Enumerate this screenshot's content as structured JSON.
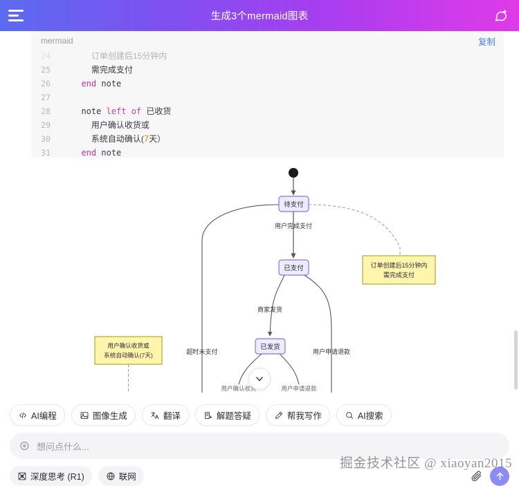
{
  "header": {
    "title": "生成3个mermaid图表",
    "menu_icon": "hamburger-icon",
    "new_chat_icon": "new-chat-icon"
  },
  "code_block": {
    "language": "mermaid",
    "copy_label": "复制",
    "lines": [
      {
        "no": "24",
        "cut": true,
        "parts": [
          {
            "t": "    ",
            "c": "plain"
          },
          {
            "t": "订单创建后15分钟内",
            "c": "cjk"
          }
        ]
      },
      {
        "no": "25",
        "cut": false,
        "parts": [
          {
            "t": "    ",
            "c": "plain"
          },
          {
            "t": "需完成支付",
            "c": "cjk"
          }
        ]
      },
      {
        "no": "26",
        "cut": false,
        "parts": [
          {
            "t": "  ",
            "c": "plain"
          },
          {
            "t": "end",
            "c": "kw"
          },
          {
            "t": " note",
            "c": "plain"
          }
        ]
      },
      {
        "no": "27",
        "cut": false,
        "parts": []
      },
      {
        "no": "28",
        "cut": false,
        "parts": [
          {
            "t": "  ",
            "c": "plain"
          },
          {
            "t": "note ",
            "c": "plain"
          },
          {
            "t": "left of",
            "c": "kw2"
          },
          {
            "t": " ",
            "c": "plain"
          },
          {
            "t": "已收货",
            "c": "cjk"
          }
        ]
      },
      {
        "no": "29",
        "cut": false,
        "parts": [
          {
            "t": "    ",
            "c": "plain"
          },
          {
            "t": "用户确认收货或",
            "c": "cjk"
          }
        ]
      },
      {
        "no": "30",
        "cut": false,
        "parts": [
          {
            "t": "    ",
            "c": "plain"
          },
          {
            "t": "系统自动确认(",
            "c": "cjk"
          },
          {
            "t": "7",
            "c": "num"
          },
          {
            "t": "天）",
            "c": "cjk"
          }
        ]
      },
      {
        "no": "31",
        "cut": false,
        "parts": [
          {
            "t": "  ",
            "c": "plain"
          },
          {
            "t": "end",
            "c": "kw"
          },
          {
            "t": " note",
            "c": "plain"
          }
        ]
      }
    ]
  },
  "diagram": {
    "type": "state-diagram",
    "nodes": [
      {
        "id": "start",
        "label": "",
        "kind": "start-dot"
      },
      {
        "id": "pending_pay",
        "label": "待支付",
        "kind": "state"
      },
      {
        "id": "paid",
        "label": "已支付",
        "kind": "state"
      },
      {
        "id": "shipped",
        "label": "已发货",
        "kind": "state"
      }
    ],
    "edge_labels": [
      "用户完成支付",
      "商家发货",
      "超时未支付",
      "用户申请退款",
      "用户确认收货",
      "用户申请退款"
    ],
    "notes": [
      {
        "id": "note_pay",
        "lines": [
          "订单创建后15分钟内",
          "需完成支付"
        ]
      },
      {
        "id": "note_receive",
        "lines": [
          "用户确认收货或",
          "系统自动确认(7天)"
        ]
      }
    ],
    "node_fill": "#ececff",
    "node_stroke": "#9370db",
    "note_fill": "#fff5ad",
    "note_stroke": "#aaaa33",
    "expand_icon": "chevron-down-icon"
  },
  "toolbar": {
    "chips": [
      {
        "label": "AI编程",
        "icon": "code-icon"
      },
      {
        "label": "图像生成",
        "icon": "image-icon"
      },
      {
        "label": "翻译",
        "icon": "translate-icon"
      },
      {
        "label": "解题答疑",
        "icon": "solve-icon"
      },
      {
        "label": "帮我写作",
        "icon": "pencil-icon"
      },
      {
        "label": "AI搜索",
        "icon": "search-icon"
      }
    ]
  },
  "input": {
    "placeholder": "想问点什么...",
    "voice_icon": "voice-icon"
  },
  "options": [
    {
      "label": "深度思考 (R1)",
      "icon": "atom-icon"
    },
    {
      "label": "联网",
      "icon": "globe-icon"
    }
  ],
  "actions": {
    "attach_icon": "paperclip-icon",
    "send_icon": "send-arrow-icon"
  },
  "watermark": "掘金技术社区 @ xiaoyan2015"
}
